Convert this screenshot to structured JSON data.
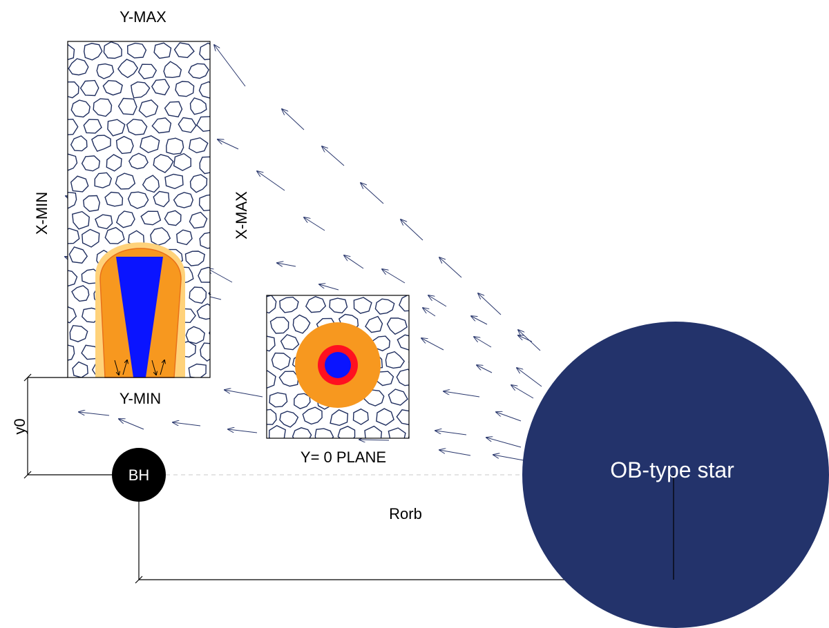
{
  "labels": {
    "y_max": "Y-MAX",
    "y_min": "Y-MIN",
    "x_min": "X-MIN",
    "x_max": "X-MAX",
    "y_zero_plane": "Y= 0 PLANE",
    "y0": "y0",
    "bh": "BH",
    "rorb": "Rorb",
    "star": "OB-type star"
  },
  "colors": {
    "star": "#23336b",
    "clumps": "#1e2d5e",
    "wind_arrows": "#27356b",
    "jet_core": "#0a14ff",
    "jet_sheath": "#f7981f",
    "jet_halo": "#ffd27a",
    "ring": "#ff1020",
    "black_hole": "#000000",
    "guides": "#bfbfbf"
  },
  "icons": {
    "wind_arrow": "arrow-left-up-icon",
    "black_hole": "filled-circle"
  }
}
